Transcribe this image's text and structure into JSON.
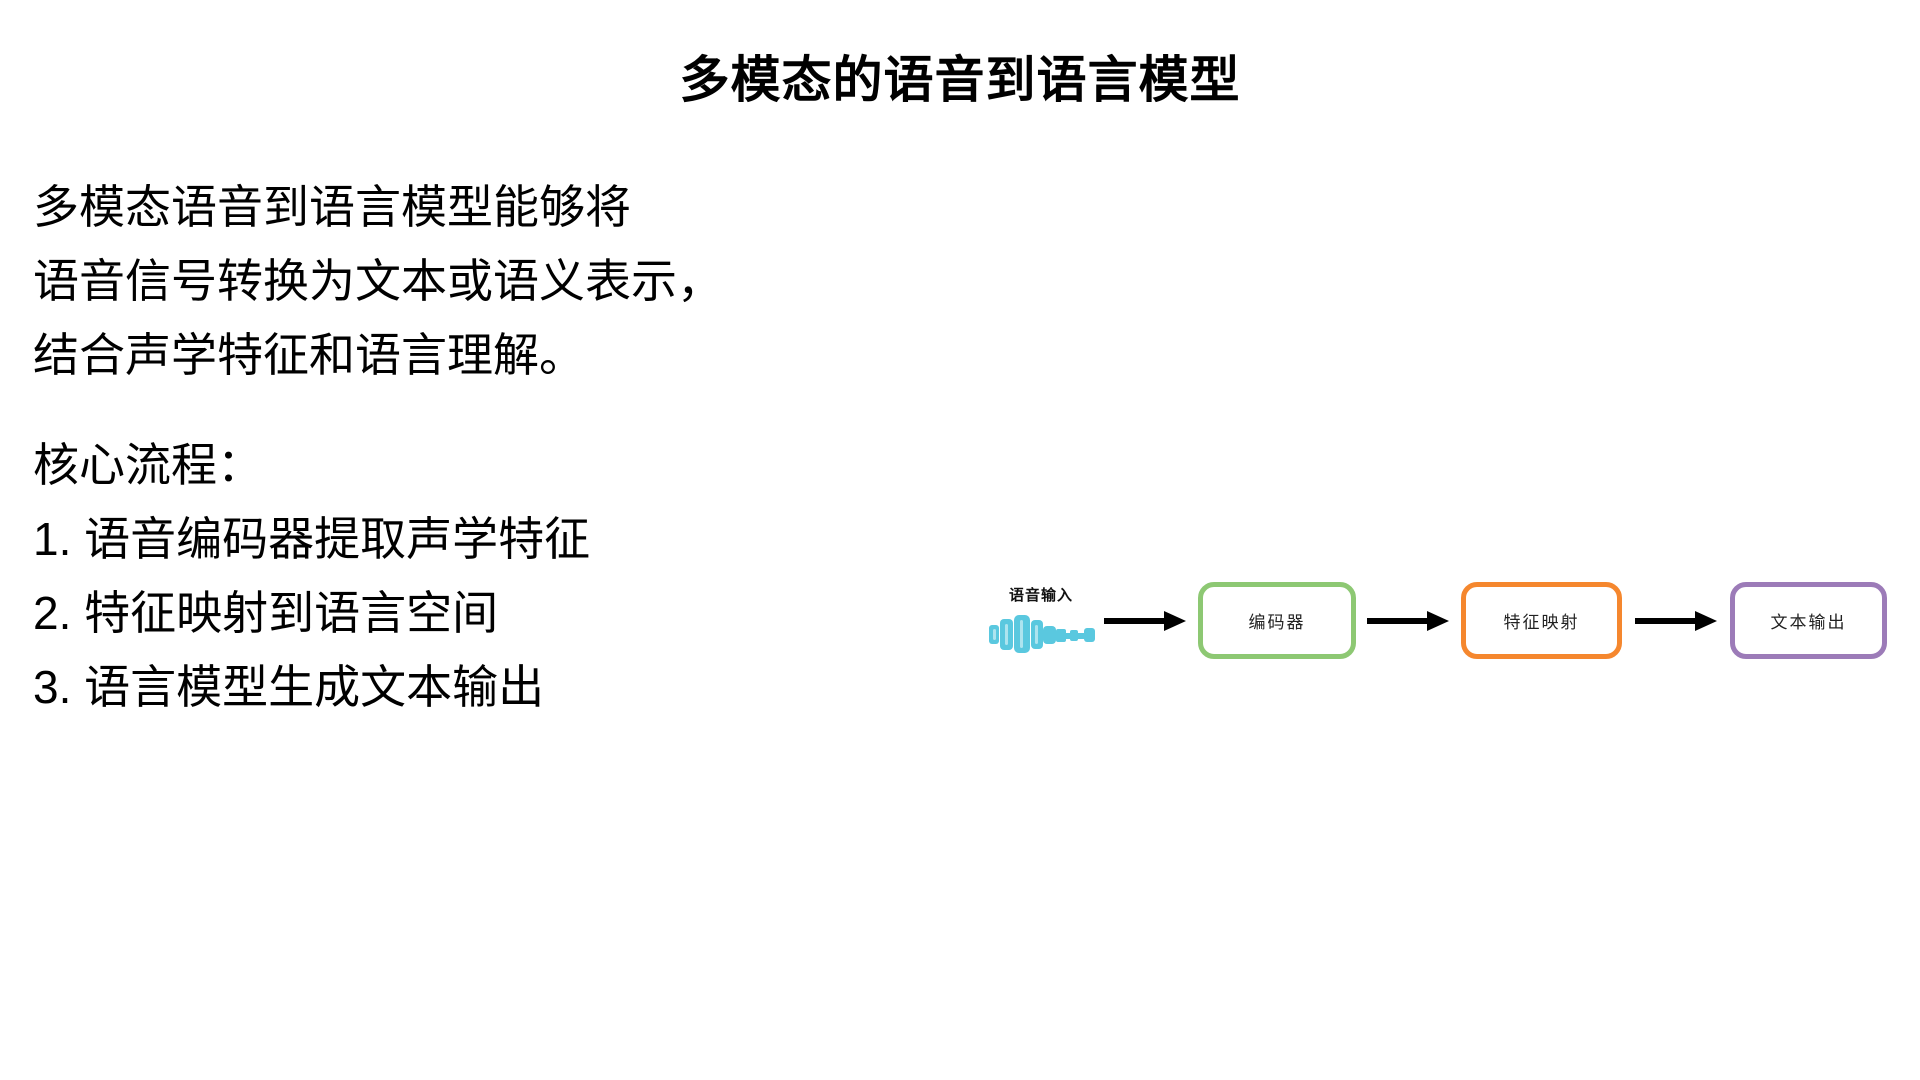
{
  "page": {
    "background": "#FFFFFF",
    "title": "多模态的语音到语言模型"
  },
  "description": {
    "lines": [
      "多模态语音到语言模型能够将",
      "语音信号转换为文本或语义表示，",
      "结合声学特征和语言理解。"
    ]
  },
  "process": {
    "heading": "核心流程：",
    "steps": [
      "1. 语音编码器提取声学特征",
      "2. 特征映射到语言空间",
      "3. 语言模型生成文本输出"
    ]
  },
  "diagram": {
    "input": {
      "label": "语音输入",
      "waveform_color": "#5AC8DF"
    },
    "arrow_color": "#000000",
    "nodes": [
      {
        "label": "编码器",
        "border_color": "#8DC873"
      },
      {
        "label": "特征映射",
        "border_color": "#F5872E"
      },
      {
        "label": "文本输出",
        "border_color": "#9C7BB8"
      }
    ]
  }
}
